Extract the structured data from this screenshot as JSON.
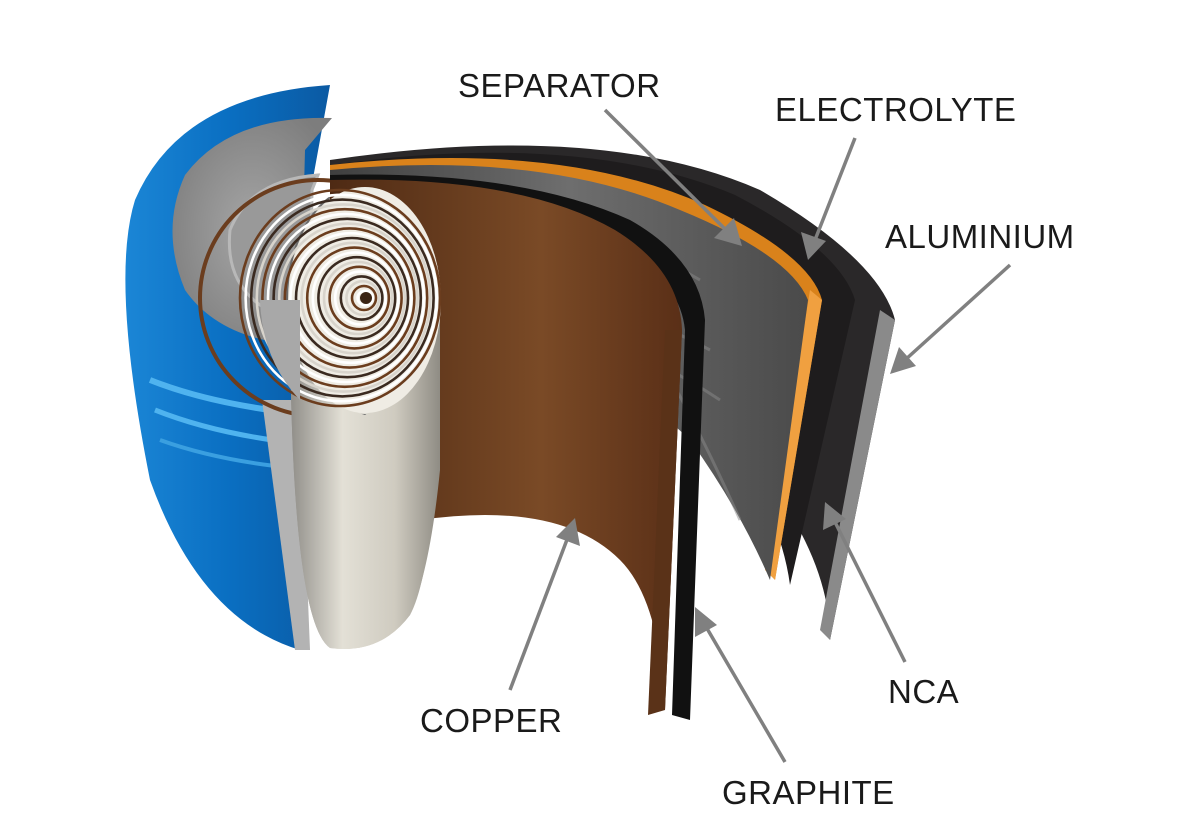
{
  "labels": {
    "separator": "SEPARATOR",
    "electrolyte": "ELECTROLYTE",
    "aluminium": "ALUMINIUM",
    "copper": "COPPER",
    "graphite": "GRAPHITE",
    "nca": "NCA"
  },
  "colors": {
    "can_blue": "#0a6fc2",
    "can_grey": "#8c8c8c",
    "copper": "#6b3d1e",
    "electrolyte": "#e08a1e",
    "separator": "#555555",
    "nca": "#1e1c1d",
    "arrow": "#808080"
  }
}
